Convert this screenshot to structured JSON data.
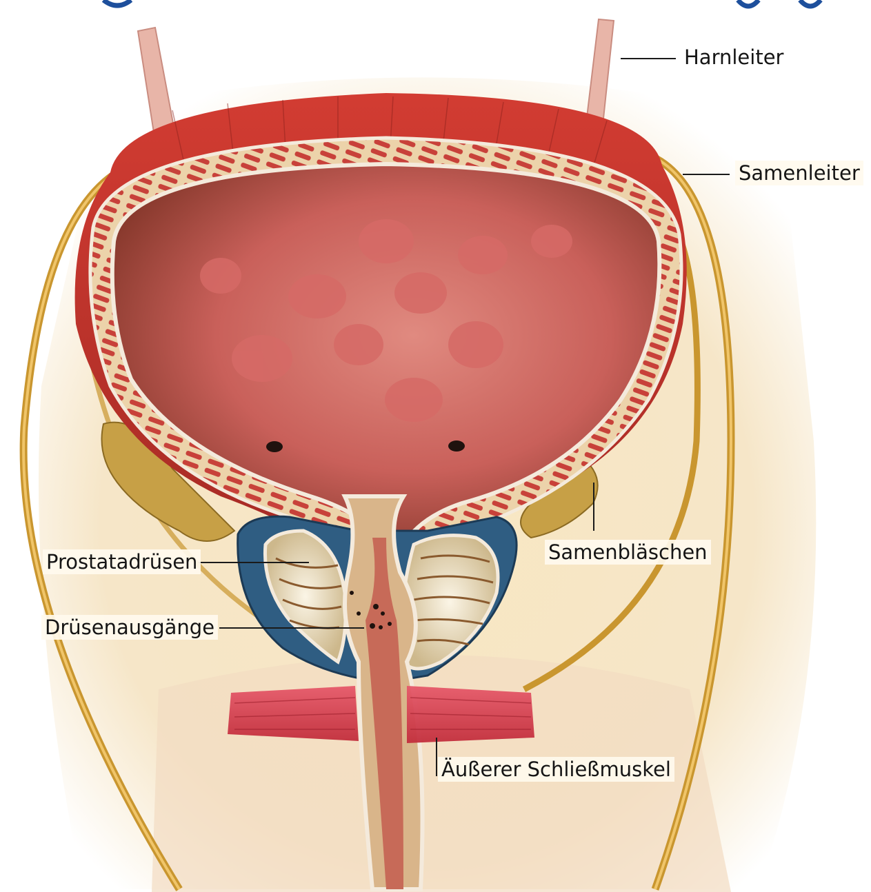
{
  "labels": {
    "ureter": "Harnleiter",
    "vas_deferens": "Samenleiter",
    "seminal_vesicles": "Samenbläschen",
    "prostate_glands": "Prostatadrüsen",
    "gland_outlets": "Drüsenausgänge",
    "external_sphincter": "Äußerer Schließmuskel"
  },
  "colors": {
    "bladder_interior": "#c85a52",
    "bladder_muscle": "#c0302a",
    "wall_pattern": "#e8c9a0",
    "prostate_capsule": "#2f5d82",
    "gland_tissue": "#efe6d0",
    "ducts": "#d7a648",
    "sphincter": "#d23a45",
    "background_tissue": "#f6e6c5",
    "title_blue": "#1d4f9c"
  }
}
